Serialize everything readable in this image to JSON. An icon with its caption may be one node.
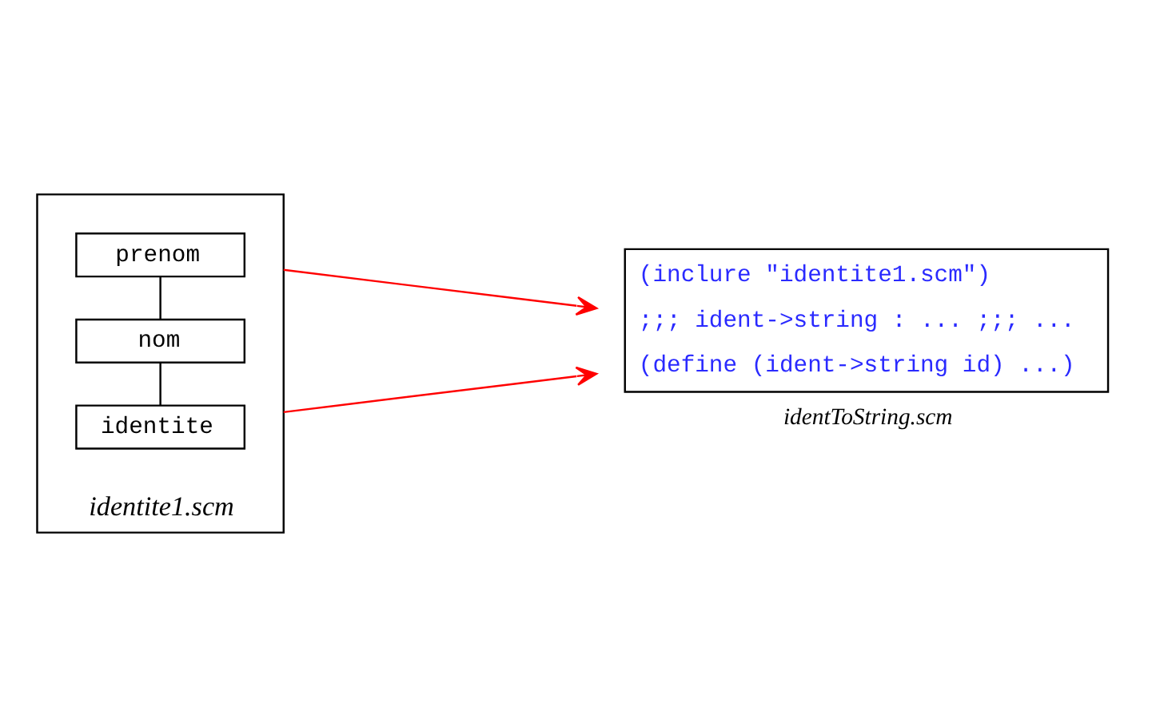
{
  "diagram": {
    "nodes": [
      {
        "text": [],
        "shape": "box",
        "beside": [
          "identite1.scm"
        ]
      },
      {
        "text": [
          "identite"
        ],
        "in": 0
      },
      {
        "text": [
          "nom"
        ],
        "in": 0
      },
      {
        "text": [
          "prenom"
        ],
        "in": 0
      },
      {
        "text": [
          "(inclure \"identite1.scm\")",
          ";;; ident->string : ... ;;; ...",
          "(define (ident->string id) ...)"
        ],
        "beside": [
          "identToString.scm"
        ]
      }
    ],
    "edges": [
      {
        "from": 1,
        "to": 2,
        "arrow": "none"
      },
      {
        "from": 2,
        "to": 3,
        "arrow": "none"
      },
      {
        "from": 0,
        "to": 4,
        "arrow": "to",
        "color": "#ff0000"
      },
      {
        "from": 0,
        "to": 4,
        "arrow": "to",
        "color": "#ff0000"
      }
    ]
  }
}
